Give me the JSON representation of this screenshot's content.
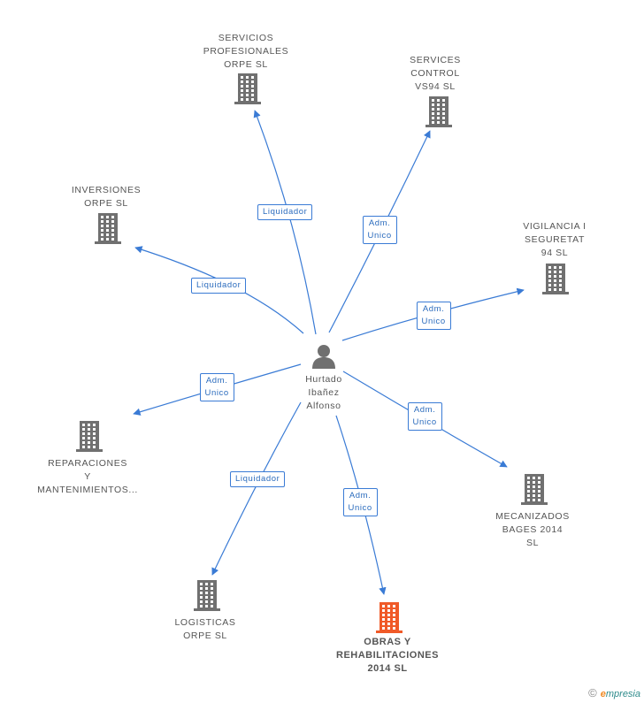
{
  "center": {
    "name": "Hurtado\nIbañez\nAlfonso"
  },
  "companies": [
    {
      "id": "servicios",
      "name": "SERVICIOS\nPROFESIONALES\nORPE SL",
      "highlight": false
    },
    {
      "id": "services_control",
      "name": "SERVICES\nCONTROL\nVS94 SL",
      "highlight": false
    },
    {
      "id": "inversiones",
      "name": "INVERSIONES\nORPE SL",
      "highlight": false
    },
    {
      "id": "vigilancia",
      "name": "VIGILANCIA I\nSEGURETAT\n94 SL",
      "highlight": false
    },
    {
      "id": "reparaciones",
      "name": "REPARACIONES\nY\nMANTENIMIENTOS...",
      "highlight": false
    },
    {
      "id": "mecanizados",
      "name": "MECANIZADOS\nBAGES 2014\nSL",
      "highlight": false
    },
    {
      "id": "logisticas",
      "name": "LOGISTICAS\nORPE SL",
      "highlight": false
    },
    {
      "id": "obras",
      "name": "OBRAS Y\nREHABILITACIONES\n2014  SL",
      "highlight": true
    }
  ],
  "relations": [
    {
      "to": "servicios",
      "label": "Liquidador"
    },
    {
      "to": "services_control",
      "label": "Adm.\nUnico"
    },
    {
      "to": "inversiones",
      "label": "Liquidador"
    },
    {
      "to": "vigilancia",
      "label": "Adm.\nUnico"
    },
    {
      "to": "reparaciones",
      "label": "Adm.\nUnico"
    },
    {
      "to": "mecanizados",
      "label": "Adm.\nUnico"
    },
    {
      "to": "logisticas",
      "label": "Liquidador"
    },
    {
      "to": "obras",
      "label": "Adm.\nUnico"
    }
  ],
  "colors": {
    "edge": "#3a7bd5",
    "building": "#707070",
    "building_highlight": "#f05a28",
    "person": "#707070"
  },
  "icons": {
    "company": "building-icon",
    "person": "person-icon"
  },
  "credit": {
    "symbol": "©",
    "brand_initial": "e",
    "brand_rest": "mpresia"
  }
}
